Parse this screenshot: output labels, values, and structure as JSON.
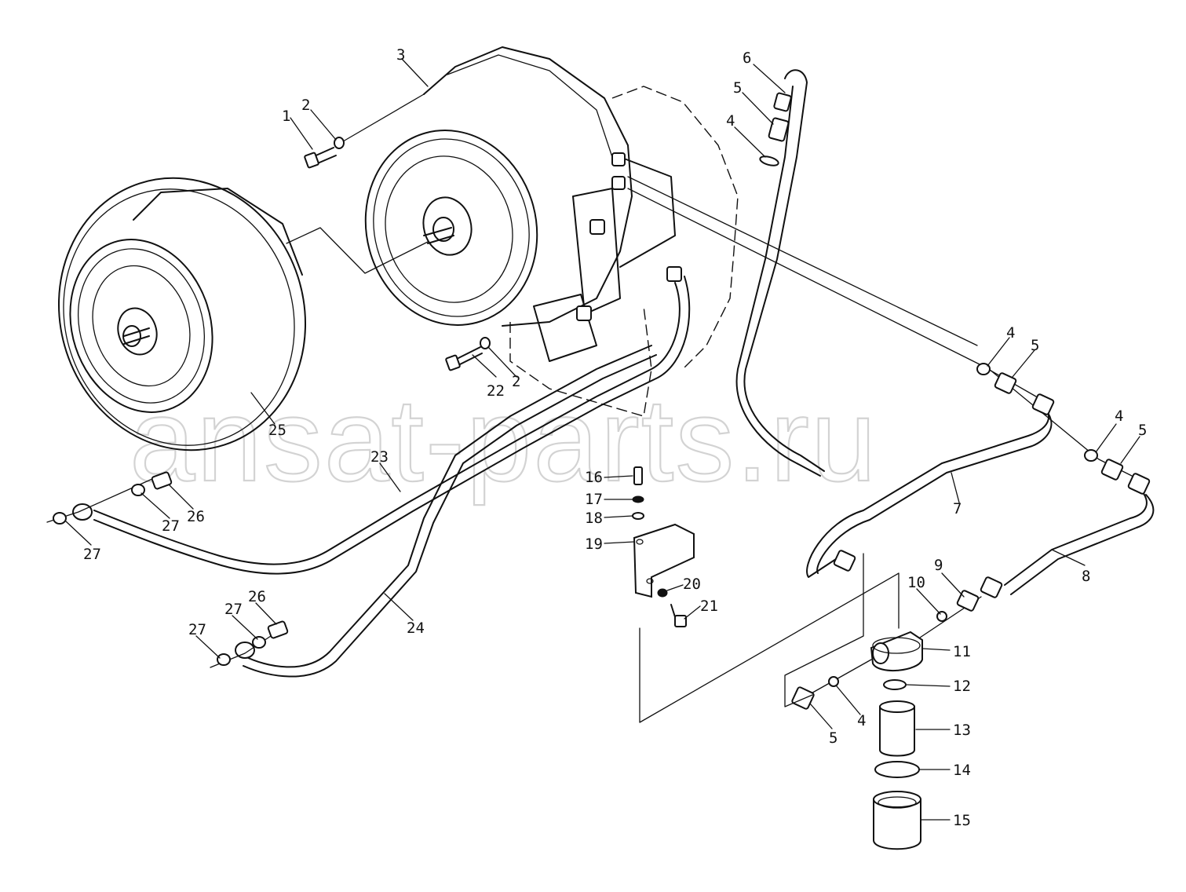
{
  "watermark": "ansat-parts.ru",
  "callouts": [
    {
      "id": "c1",
      "text": "1"
    },
    {
      "id": "c2a",
      "text": "2"
    },
    {
      "id": "c2b",
      "text": "2"
    },
    {
      "id": "c3",
      "text": "3"
    },
    {
      "id": "c4a",
      "text": "4"
    },
    {
      "id": "c4b",
      "text": "4"
    },
    {
      "id": "c4c",
      "text": "4"
    },
    {
      "id": "c4d",
      "text": "4"
    },
    {
      "id": "c5a",
      "text": "5"
    },
    {
      "id": "c5b",
      "text": "5"
    },
    {
      "id": "c5c",
      "text": "5"
    },
    {
      "id": "c5d",
      "text": "5"
    },
    {
      "id": "c6",
      "text": "6"
    },
    {
      "id": "c7",
      "text": "7"
    },
    {
      "id": "c8",
      "text": "8"
    },
    {
      "id": "c9",
      "text": "9"
    },
    {
      "id": "c10",
      "text": "10"
    },
    {
      "id": "c11",
      "text": "11"
    },
    {
      "id": "c12",
      "text": "12"
    },
    {
      "id": "c13",
      "text": "13"
    },
    {
      "id": "c14",
      "text": "14"
    },
    {
      "id": "c15",
      "text": "15"
    },
    {
      "id": "c16",
      "text": "16"
    },
    {
      "id": "c17",
      "text": "17"
    },
    {
      "id": "c18",
      "text": "18"
    },
    {
      "id": "c19",
      "text": "19"
    },
    {
      "id": "c20",
      "text": "20"
    },
    {
      "id": "c21",
      "text": "21"
    },
    {
      "id": "c22",
      "text": "22"
    },
    {
      "id": "c23",
      "text": "23"
    },
    {
      "id": "c24",
      "text": "24"
    },
    {
      "id": "c25",
      "text": "25"
    },
    {
      "id": "c26a",
      "text": "26"
    },
    {
      "id": "c26b",
      "text": "26"
    },
    {
      "id": "c27a",
      "text": "27"
    },
    {
      "id": "c27b",
      "text": "27"
    },
    {
      "id": "c27c",
      "text": "27"
    },
    {
      "id": "c27d",
      "text": "27"
    }
  ]
}
